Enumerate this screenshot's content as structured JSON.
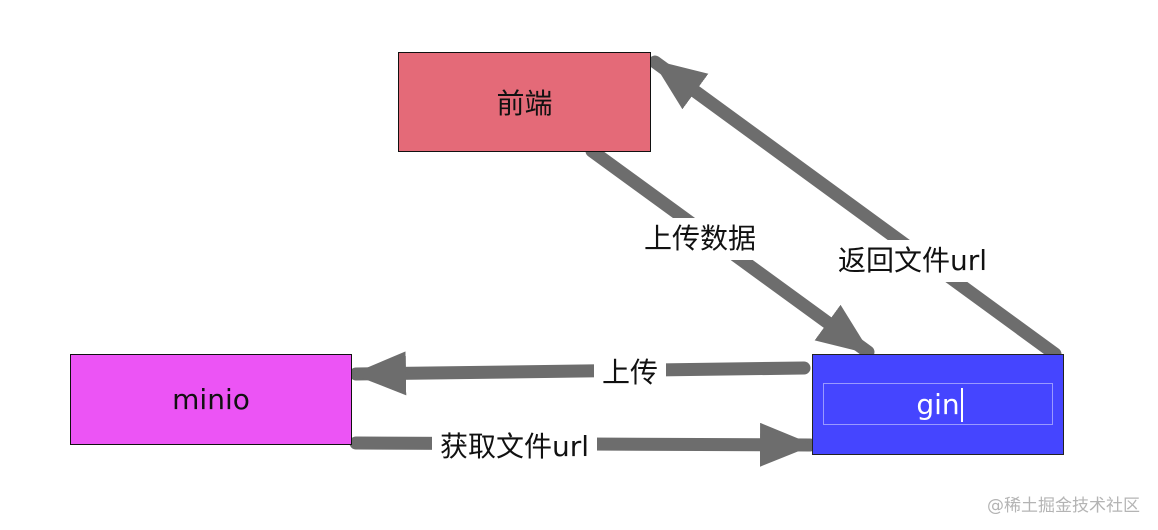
{
  "nodes": {
    "frontend": {
      "label": "前端",
      "color": "#e46a78"
    },
    "minio": {
      "label": "minio",
      "color": "#ec54f5"
    },
    "gin": {
      "label": "gin",
      "color": "#4545ff"
    }
  },
  "edges": [
    {
      "from": "frontend",
      "to": "gin",
      "label": "上传数据"
    },
    {
      "from": "gin",
      "to": "frontend",
      "label": "返回文件url"
    },
    {
      "from": "gin",
      "to": "minio",
      "label": "上传"
    },
    {
      "from": "minio",
      "to": "gin",
      "label": "获取文件url"
    }
  ],
  "arrow_color": "#6d6d6d",
  "watermark": "@稀土掘金技术社区"
}
